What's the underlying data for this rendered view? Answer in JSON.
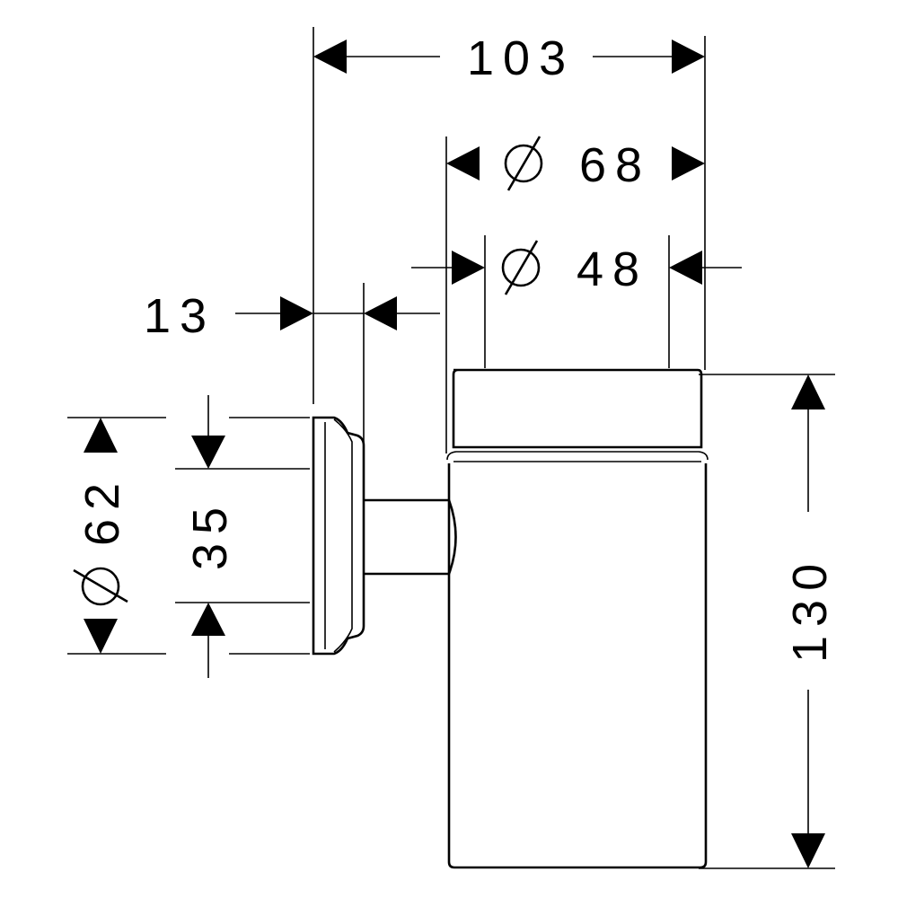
{
  "dimensions": {
    "overall_width": "103",
    "outer_diameter_prefix": "⌀",
    "outer_diameter": "68",
    "inner_diameter_prefix": "⌀",
    "inner_diameter": "48",
    "wall_plate_depth": "13",
    "plate_diameter_prefix": "⌀",
    "plate_diameter": "62",
    "arm_height": "35",
    "total_height": "130"
  }
}
